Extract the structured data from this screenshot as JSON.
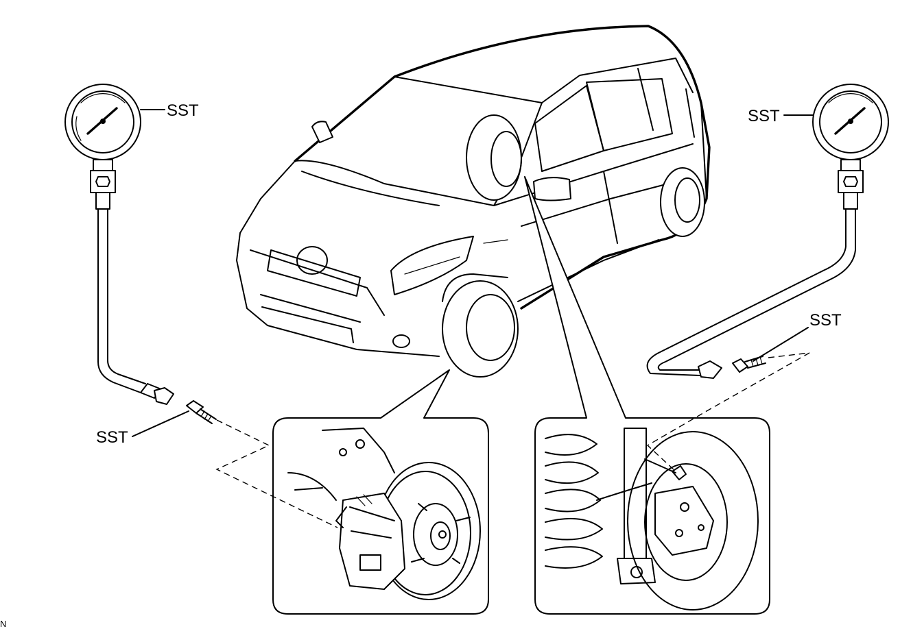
{
  "labels": {
    "sst_gauge_left": "SST",
    "sst_gauge_right": "SST",
    "sst_adapter_left": "SST",
    "sst_adapter_right": "SST"
  },
  "footer": {
    "corner_mark": "N"
  }
}
